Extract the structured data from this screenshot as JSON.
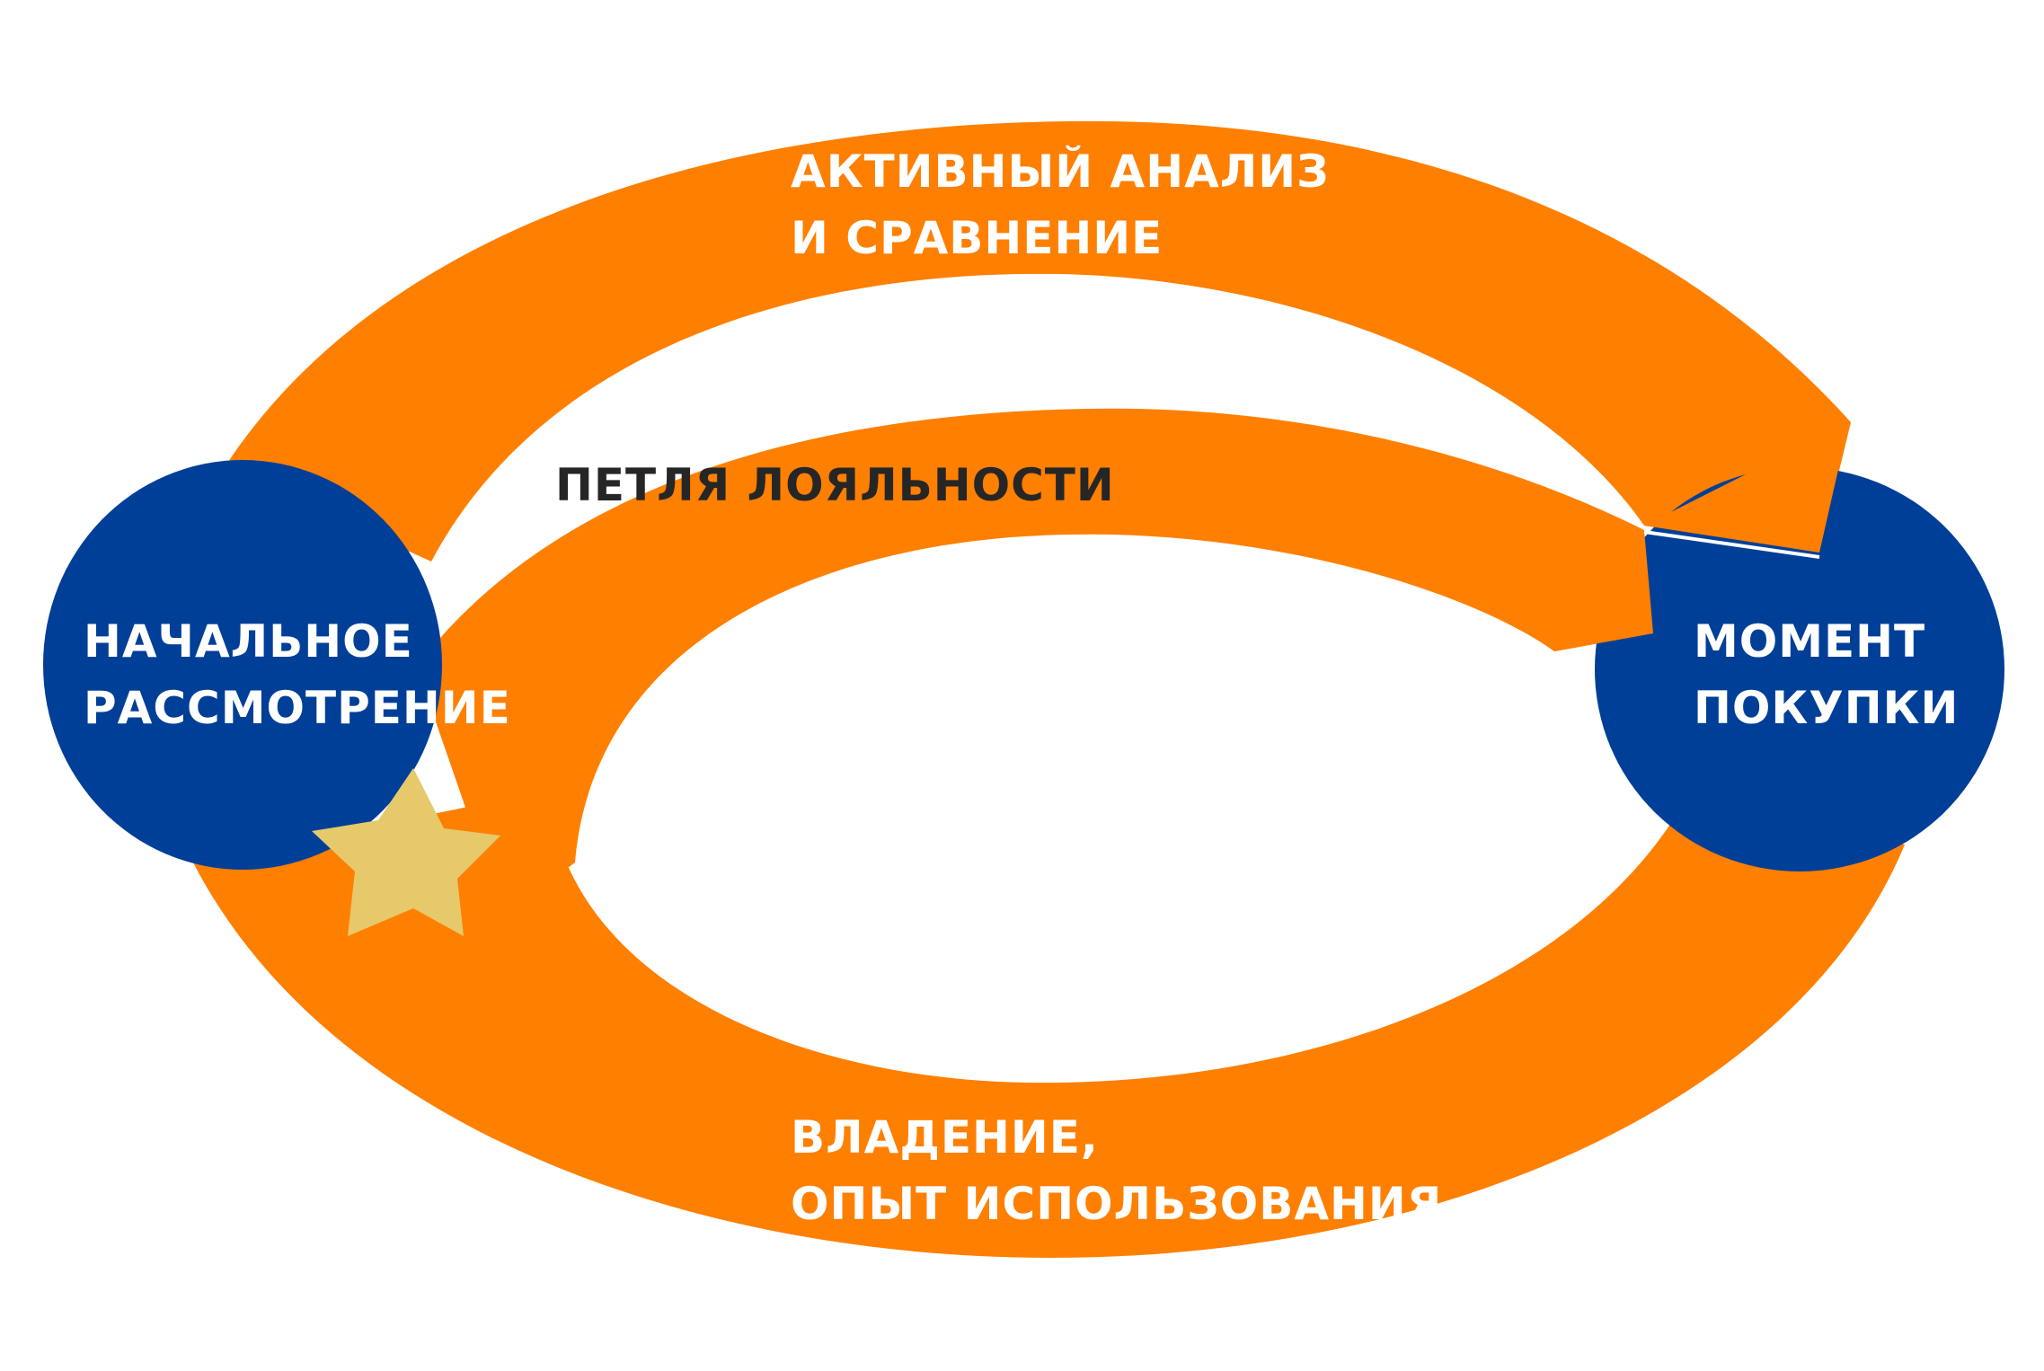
{
  "colors": {
    "orange": "#ff7f00",
    "blue": "#003f98",
    "star": "#e6c96a",
    "background": "#ffffff",
    "dark_text": "#262626",
    "light_text": "#ffffff"
  },
  "nodes": {
    "initial_consideration": {
      "line1": "НАЧАЛЬНОЕ",
      "line2": "РАССМОТРЕНИЕ"
    },
    "moment_of_purchase": {
      "line1": "МОМЕНТ",
      "line2": "ПОКУПКИ"
    }
  },
  "stages": {
    "active_evaluation": {
      "line1": "АКТИВНЫЙ АНАЛИЗ",
      "line2": "И СРАВНЕНИЕ"
    },
    "loyalty_loop": {
      "line1": "ПЕТЛЯ ЛОЯЛЬНОСТИ"
    },
    "post_purchase": {
      "line1": "ВЛАДЕНИЕ,",
      "line2": "ОПЫТ ИСПОЛЬЗОВАНИЯ"
    }
  },
  "icons": {
    "trigger": "star-icon"
  }
}
